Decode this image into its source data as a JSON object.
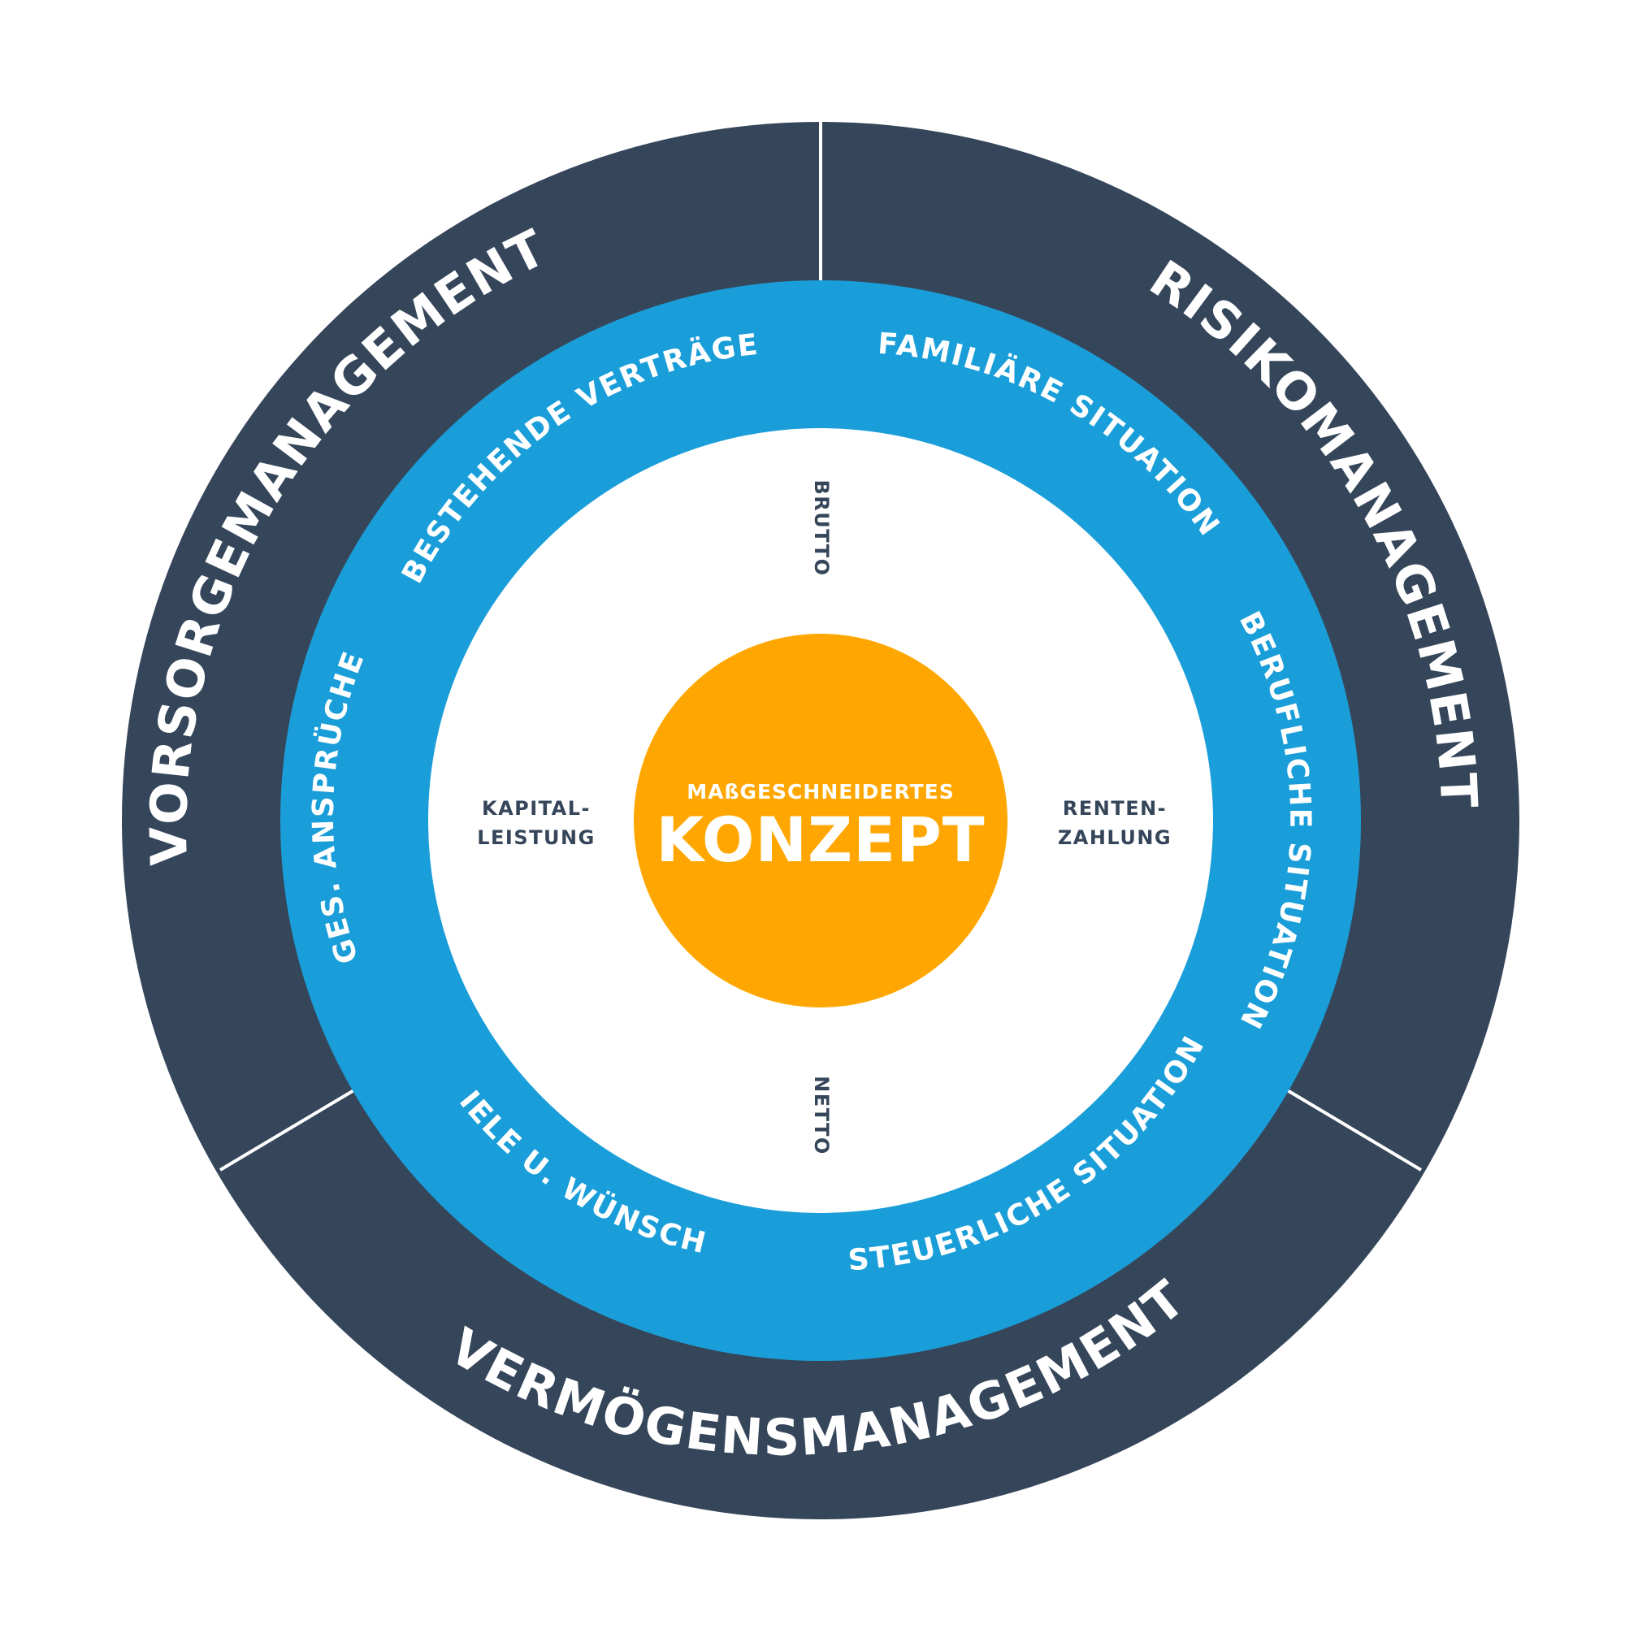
{
  "colors": {
    "outer_ring": "#36465a",
    "middle_ring": "#1a9ed9",
    "inner_disc": "#ffffff",
    "center": "#ffa700",
    "text_light": "#ffffff",
    "text_dark": "#36465a"
  },
  "outer_segments": [
    {
      "label": "VORSORGEMANAGEMENT"
    },
    {
      "label": "RISIKOMANAGEMENT"
    },
    {
      "label": "VERMÖGENSMANAGEMENT"
    }
  ],
  "ring_labels": [
    {
      "label": "BESTEHENDE VERTRÄGE"
    },
    {
      "label": "FAMILIÄRE SITUATION"
    },
    {
      "label": "BERUFLICHE SITUATION"
    },
    {
      "label": "STEUERLICHE SITUATION"
    },
    {
      "label": "ZIELE U. WÜNSCHE"
    },
    {
      "label": "GES. ANSPRÜCHE"
    }
  ],
  "inner_labels": {
    "top": "BRUTTO",
    "bottom": "NETTO",
    "left_line1": "KAPITAL-",
    "left_line2": "LEISTUNG",
    "right_line1": "RENTEN-",
    "right_line2": "ZAHLUNG"
  },
  "center": {
    "subtitle": "MAßGESCHNEIDERTES",
    "title": "KONZEPT"
  }
}
